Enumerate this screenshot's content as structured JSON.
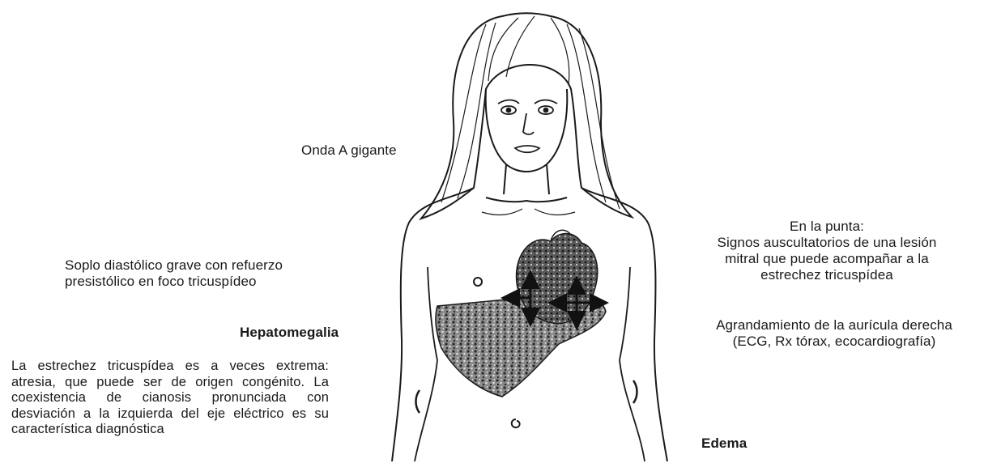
{
  "labels": {
    "onda": "Onda A gigante",
    "soplo": "Soplo diastólico grave con refuerzo\npresistólico en foco tricuspídeo",
    "hepatomegalia": "Hepatomegalia",
    "nota": "La estrechez tricuspídea es a veces extrema: atresia, que puede ser de origen congénito. La coexistencia de cianosis pronunciada con desviación a la izquierda del eje eléctrico es su característica diagnóstica",
    "punta": "En la punta:\nSignos auscultatorios de una lesión\nmitral que puede acompañar a la\nestrechez tricuspídea",
    "auricula": "Agrandamiento de la aurícula derecha\n(ECG, Rx tórax, ecocardiografía)",
    "edema": "Edema"
  },
  "colors": {
    "ink": "#1a1a1a",
    "shade": "#6f6f6f",
    "paper": "#ffffff"
  }
}
